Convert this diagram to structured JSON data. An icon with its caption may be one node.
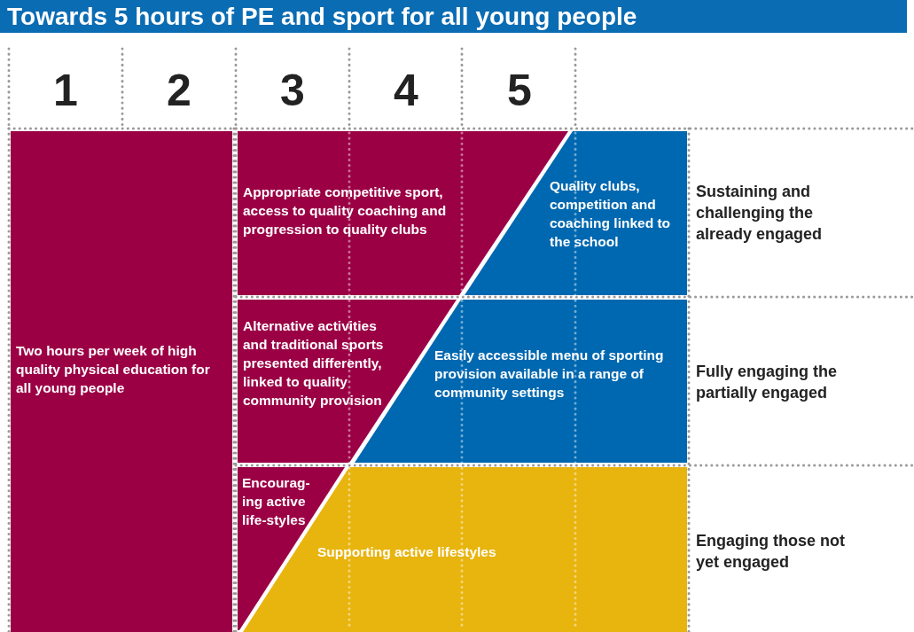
{
  "diagram": {
    "title": "Towards 5 hours of PE and sport for all young people",
    "nodes": [
      {
        "text": [
          "Two hours per week of high quality physical education for all young people"
        ]
      },
      {
        "text": [
          "Appropriate competitive sport, access to quality coaching and progression to quality clubs"
        ]
      },
      {
        "text": [
          "Quality clubs, competition and coaching linked to the school"
        ]
      },
      {
        "text": [
          "Alternative activities and traditional sports presented differently, linked to quality community provision"
        ]
      },
      {
        "text": [
          "Easily accessible menu of sporting provision available in a range of community settings"
        ]
      },
      {
        "text": [
          "Encourag-ing active life-styles"
        ]
      },
      {
        "text": [
          "Supporting active lifestyles"
        ]
      }
    ],
    "labels": [
      "1",
      "2",
      "3",
      "4",
      "5",
      "Sustaining and challenging the already engaged",
      "Fully engaging the partially engaged",
      "Engaging those not yet engaged"
    ]
  }
}
